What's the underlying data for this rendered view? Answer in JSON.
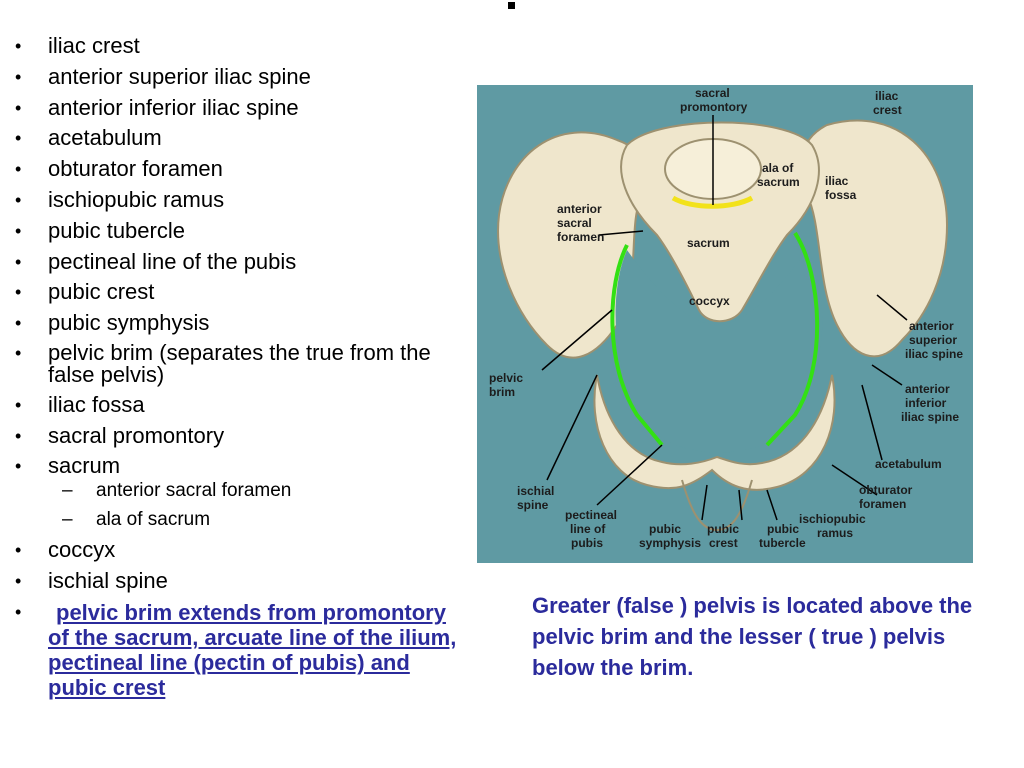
{
  "list": {
    "items": [
      "iliac crest",
      "anterior superior iliac spine",
      "anterior inferior iliac spine",
      "acetabulum",
      "obturator foramen",
      "ischiopubic ramus",
      "pubic tubercle",
      "pectineal line of the pubis",
      "pubic crest",
      "pubic symphysis",
      "pelvic brim (separates the true from the false pelvis)",
      "iliac fossa",
      "sacral promontory",
      "sacrum",
      "coccyx",
      "ischial spine"
    ],
    "sacrum_subitems": [
      "anterior sacral foramen",
      "ala of sacrum"
    ],
    "link_item": "pelvic brim extends from promontory of the sacrum, arcuate line of the ilium, pectineal line (pectin of pubis) and pubic crest",
    "bullet": "•",
    "dash": "–"
  },
  "caption": "Greater (false ) pelvis is located above the pelvic brim and the lesser ( true ) pelvis below the brim.",
  "figure": {
    "labels": {
      "sacral_promontory": [
        "sacral",
        "promontory"
      ],
      "iliac_crest": [
        "iliac",
        "crest"
      ],
      "ala_of_sacrum": [
        "ala of",
        "sacrum"
      ],
      "iliac_fossa": [
        "iliac",
        "fossa"
      ],
      "anterior_sacral_foramen": [
        "anterior",
        "sacral",
        "foramen"
      ],
      "sacrum": "sacrum",
      "coccyx": "coccyx",
      "anterior_superior_iliac_spine": [
        "anterior",
        "superior",
        "iliac spine"
      ],
      "pelvic_brim": [
        "pelvic",
        "brim"
      ],
      "anterior_inferior_iliac_spine": [
        "anterior",
        "inferior",
        "iliac spine"
      ],
      "acetabulum": "acetabulum",
      "ischial_spine": [
        "ischial",
        "spine"
      ],
      "obturator_foramen": [
        "obturator",
        "foramen"
      ],
      "pectineal_line_of_pubis": [
        "pectineal",
        "line of",
        "pubis"
      ],
      "pubic_symphysis": [
        "pubic",
        "symphysis"
      ],
      "pubic_crest": [
        "pubic",
        "crest"
      ],
      "pubic_tubercle": [
        "pubic",
        "tubercle"
      ],
      "ischiopubic_ramus": [
        "ischiopubic",
        "ramus"
      ]
    },
    "colors": {
      "background": "#5f9aa3",
      "bone": "#efe6cc",
      "bone_shadow": "#b9ad8c",
      "brim_line": "#33e014",
      "promontory_line": "#f2e21a"
    }
  }
}
